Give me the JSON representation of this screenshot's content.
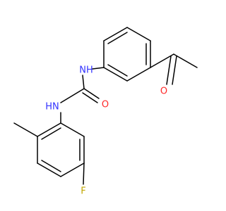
{
  "molecule": {
    "atoms": {
      "nh_top": "N​H",
      "nh_left": "HN",
      "o_urea": "O",
      "o_acetyl": "O",
      "f": "F"
    },
    "colors": {
      "bond": "#000000",
      "nitrogen": "#3333ff",
      "oxygen": "#ff2a2a",
      "fluorine": "#c0a700"
    }
  }
}
